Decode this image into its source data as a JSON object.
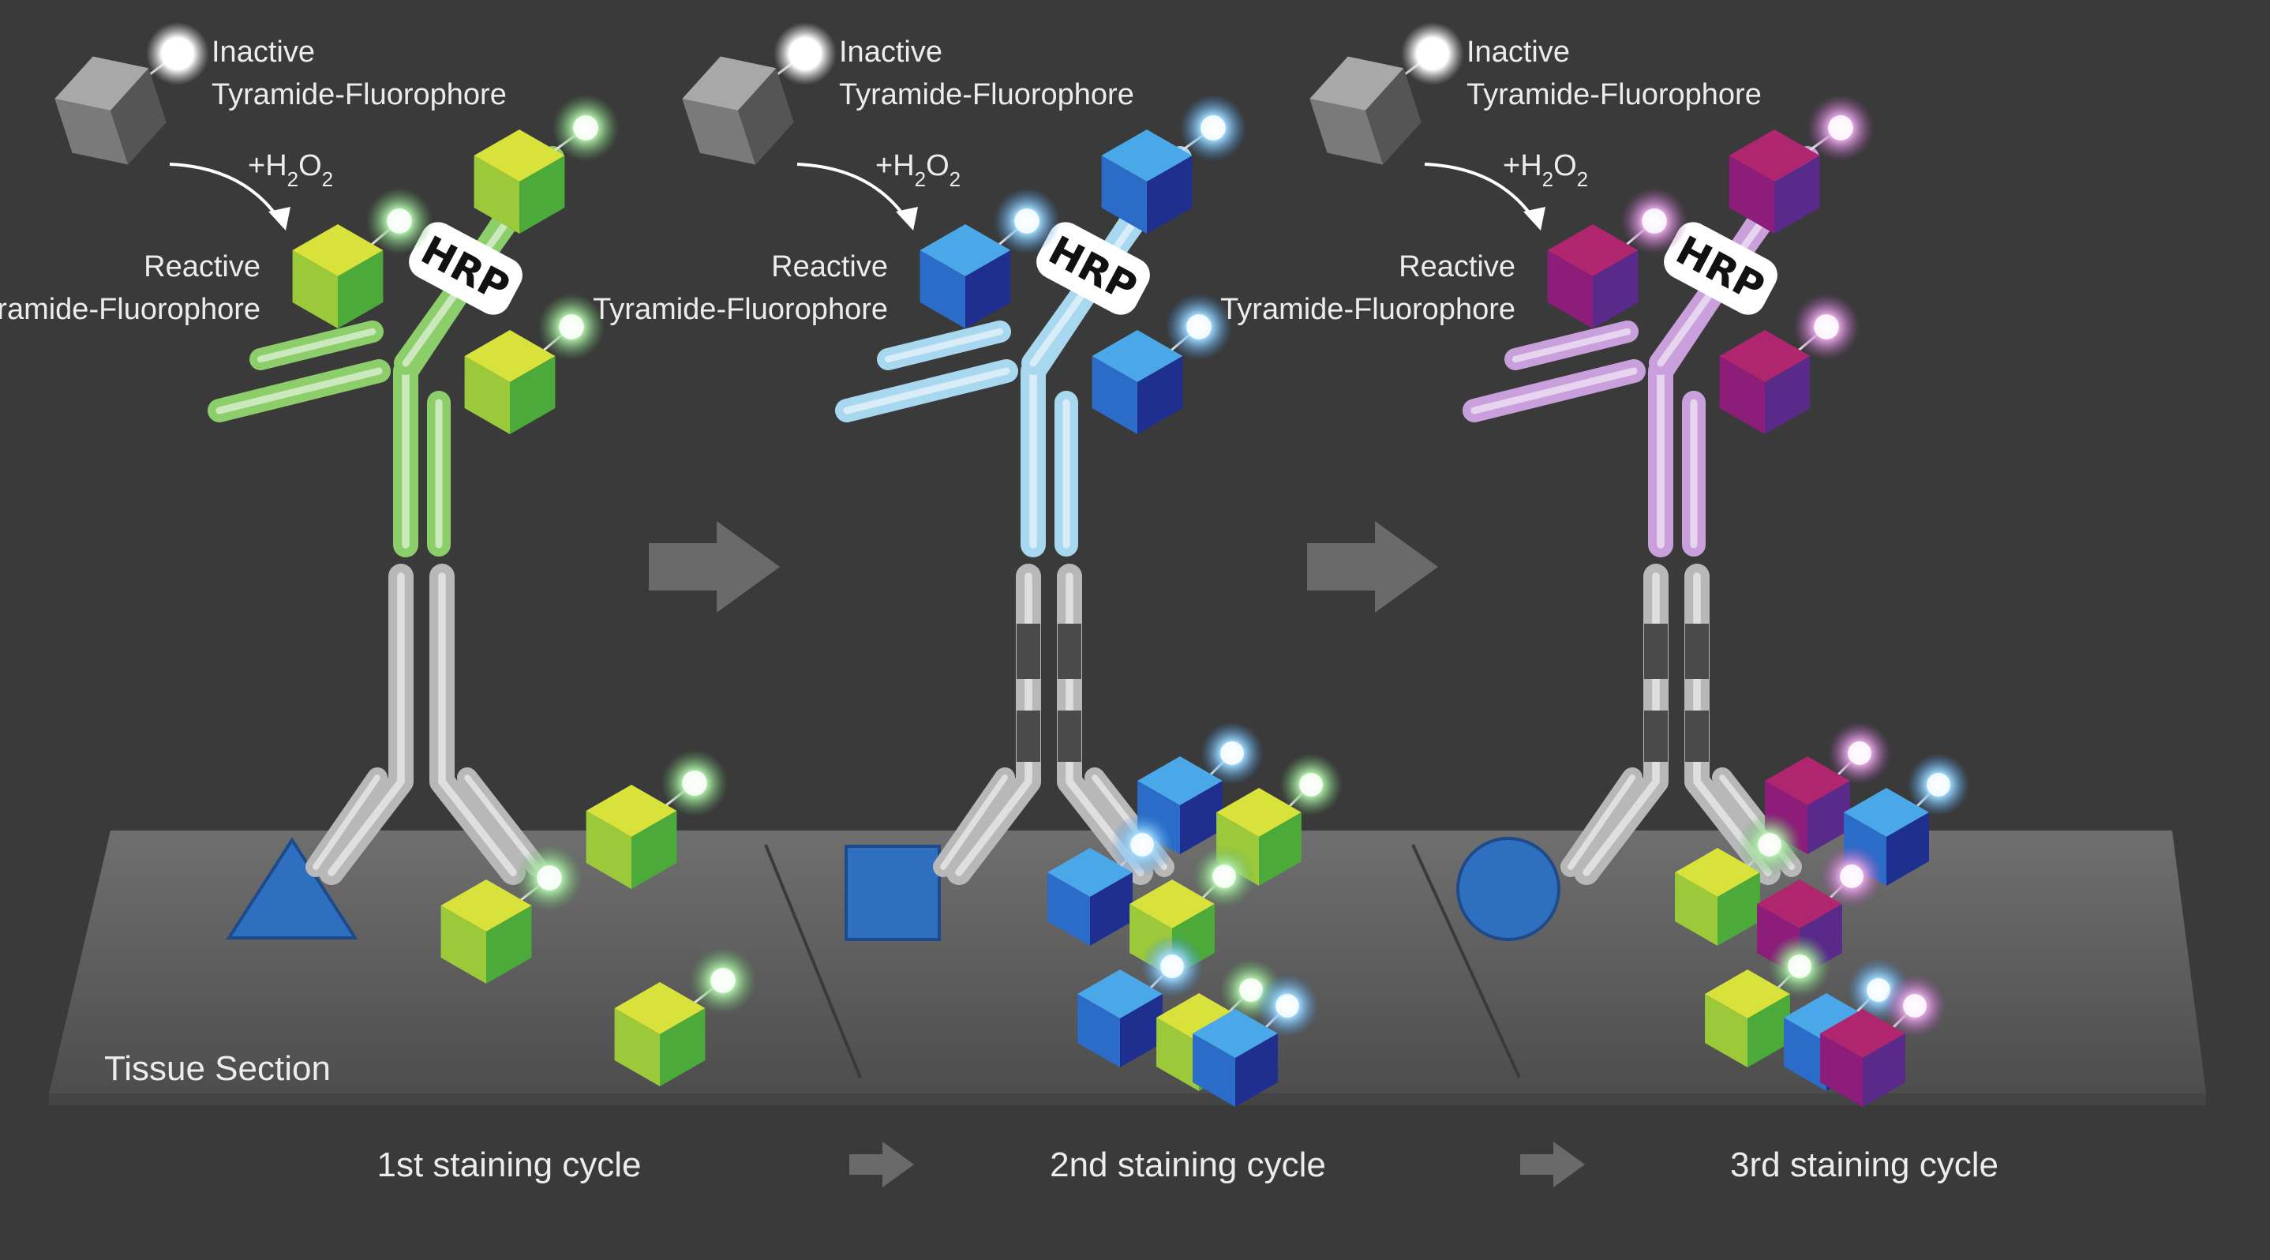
{
  "labels": {
    "inactive_line1": "Inactive",
    "inactive_line2": "Tyramide-Fluorophore",
    "reactive_line1": "Reactive",
    "reactive_line2": "Tyramide-Fluorophore",
    "h2o2_plus_h": "+H",
    "h2o2_sub1": "2",
    "h2o2_o": "O",
    "h2o2_sub2": "2",
    "hrp": "HRP",
    "tissue_section": "Tissue Section"
  },
  "cycles": [
    {
      "label": "1st staining cycle",
      "antibody_color": "#8ccf6a",
      "antigen_shape": "triangle",
      "fluorophore": "green"
    },
    {
      "label": "2nd staining cycle",
      "antibody_color": "#a8d8f0",
      "antigen_shape": "square",
      "fluorophore": "blue"
    },
    {
      "label": "3rd staining cycle",
      "antibody_color": "#c9a0dc",
      "antigen_shape": "circle",
      "fluorophore": "purple"
    }
  ],
  "colors": {
    "background": "#3a3a3a",
    "tissue": "#6e6e6e",
    "green_top": "#d8e23a",
    "green_left": "#9cc93a",
    "green_right": "#4caa3a",
    "green_glow": "#a8e6a0",
    "blue_top": "#4aa8e8",
    "blue_left": "#2a6cc8",
    "blue_right": "#1e2f8f",
    "blue_glow": "#9ad8ff",
    "purple_top": "#b0266e",
    "purple_left": "#8c1e7a",
    "purple_right": "#5a2a8a",
    "purple_glow": "#e0a8e0",
    "gray_top": "#a8a8a8",
    "gray_left": "#7a7a7a",
    "gray_right": "#555555",
    "arrow": "#6a6a6a"
  }
}
